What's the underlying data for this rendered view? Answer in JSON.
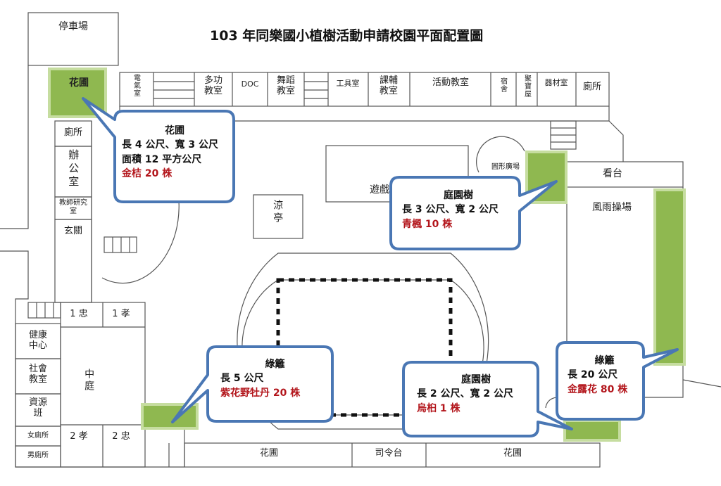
{
  "title": "103 年同樂國小植樹活動申請校園平面配置圖",
  "colors": {
    "green_fill": "#8fb850",
    "green_border": "#c6dda0",
    "callout_border": "#4a77b4",
    "plant_red": "#b3161c"
  },
  "rooms": {
    "parking": "停車場",
    "electric": "電氣室",
    "multipurpose": "多功教室",
    "doc": "DOC",
    "dance": "舞蹈教室",
    "tools": "工具室",
    "tutoring": "課輔教室",
    "activity": "活動教室",
    "dorm": "宿舍",
    "storage": "聚寶屋",
    "equipment": "器材室",
    "toilet_top": "廁所",
    "toilet_left": "廁所",
    "office": "辦公室",
    "teacher_research": "教師研究室",
    "entrance": "玄關",
    "pavilion": "涼亭",
    "playground": "遊戲",
    "circle_plaza": "圓形廣場",
    "stand": "看台",
    "rain_field": "風雨操場",
    "class_1zhong": "1 忠",
    "class_1xiao": "1 孝",
    "class_2xiao": "2 孝",
    "class_2zhong": "2 忠",
    "health": "健康中心",
    "social": "社會教室",
    "resource": "資源班",
    "courtyard": "中庭",
    "women_toilet": "女廁所",
    "men_toilet": "男廁所",
    "flowerbed_1": "花圃",
    "podium": "司令台",
    "flowerbed_2": "花圃",
    "garden_tag": "花圃"
  },
  "callouts": {
    "garden": {
      "title": "花圃",
      "line1": "長 4 公尺、寬 3 公尺",
      "line2": "面積 12 平方公尺",
      "plant": "金桔 20 株"
    },
    "tree_top": {
      "title": "庭園樹",
      "line1": "長 3 公尺、寬 2 公尺",
      "plant": "青楓 10 株"
    },
    "hedge_left": {
      "title": "綠籬",
      "line1": "長 5 公尺",
      "plant": "紫花野牡丹 20 株"
    },
    "tree_bottom": {
      "title": "庭園樹",
      "line1": "長 2 公尺、寬 2 公尺",
      "plant": "烏桕 1 株"
    },
    "hedge_right": {
      "title": "綠籬",
      "line1": "長 20 公尺",
      "plant": "金露花 80 株"
    }
  }
}
